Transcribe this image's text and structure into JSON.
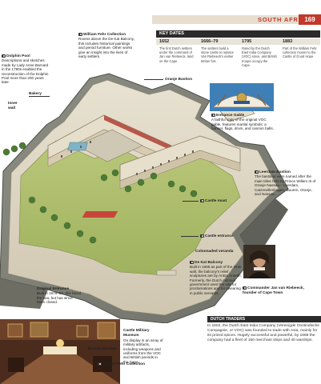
{
  "header": {
    "section_title": "SOUTH AFRICA",
    "page_number": "169"
  },
  "key_dates": {
    "title": "KEY DATES",
    "columns": [
      {
        "year": "1652",
        "text": "The first Dutch settlers under the command of Jan van Riebeeck, land on the Cape."
      },
      {
        "year": "1666–79",
        "text": "The settlers build a stone castle to replace Van Riebeeck's earlier timber fort."
      },
      {
        "year": "1795",
        "text": "Ruled by the Dutch East India Company (VOC) since, and British troops occupy the Cape."
      },
      {
        "year": "1883",
        "text": "Part of the William Fehr collection moves to the Castle of Good Hope."
      }
    ]
  },
  "callouts": {
    "william_fehr": {
      "title": "William Fehr Collection",
      "text": "Rooms above the De Kat Balcony, this includes historical paintings and period furniture. Other works give an insight into the lives of early settlers."
    },
    "dolphin_pool": {
      "title": "Dolphin Pool",
      "text": "Descriptions and sketches made by Lady Anne Barnard in the 1790s enabled the reconstruction of the Dolphin Pool more than 200 years later."
    },
    "bakery": {
      "title": "Bakery"
    },
    "inner_wall": {
      "title": "Inner wall"
    },
    "oranje_bastion": {
      "title": "Oranje Bastion"
    },
    "entrance_gable": {
      "title": "Entrance Gable",
      "text": "A faithful copy of the original VOC gable, features martial symbols: a banner, flags, drum, and cannon balls."
    },
    "leerdam": {
      "title": "Leerdam Bastion",
      "text": "The bastions were named after the main titles held by Prince Willem III of Oranje-Nassau – Leerdam, Catzenellenbogen, Buuren, Oranje, and Nassau."
    },
    "castle_moat": {
      "title": "Castle moat"
    },
    "castle_entrance": {
      "title": "Castle entrance"
    },
    "colonnaded_veranda": {
      "title": "Colonnaded veranda"
    },
    "de_kat": {
      "title": "De Kat Balcony",
      "text": "Built in 1695 as part of the inner wall, the balcony's relief sculptures are by Anton Anreith. Formerly, the Dutch colonial government used the site for proclamations and for swearing in public servants."
    },
    "original_entrance": {
      "title": "Original Entrance",
      "text": "Built in 1679–82, this faced the sea, but has since been closed."
    },
    "van_riebeeck": {
      "title": "Commander Jan van Riebeeck, founder of Cape Town"
    },
    "military_museum": {
      "title": "Castle Military Museum",
      "text": "On display is an array of military artifacts, including weapons and uniforms from the VOC and British periods in the Cape."
    },
    "buuren": {
      "title": "Buuren Bastion"
    },
    "fehr_bottom": {
      "title": "William Fehr Collection"
    }
  },
  "dutch_traders": {
    "title": "DUTCH TRADERS",
    "text": "In 1602, the Dutch East India Company (Verenigde Oostindische Compagnie, or VOC) was founded to trade with Asia, mainly for its prized spices. Hugely successful and powerful, by 1669 the company had a fleet of 150 merchant ships and 40 warships."
  }
}
